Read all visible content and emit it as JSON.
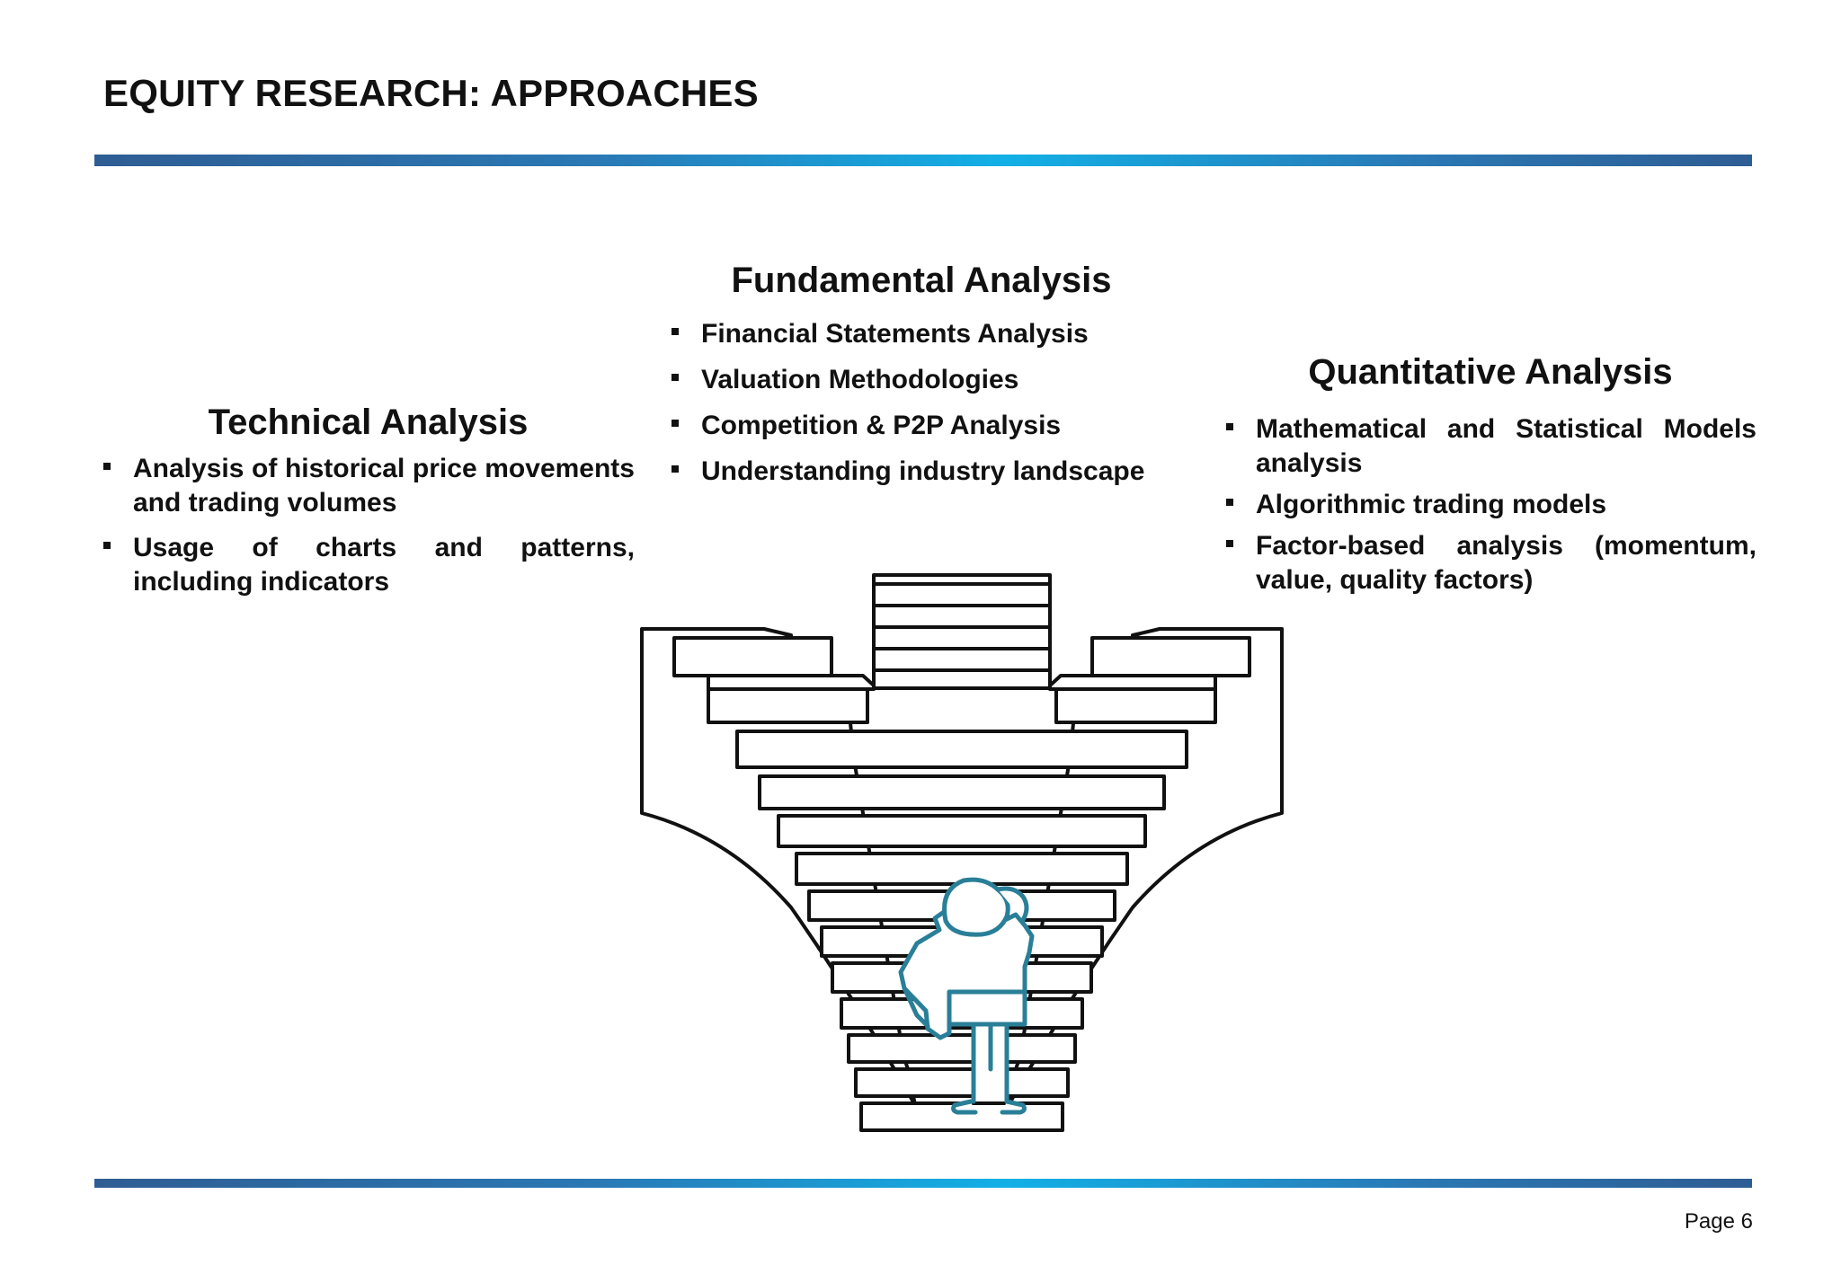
{
  "title": "EQUITY RESEARCH: APPROACHES",
  "sections": {
    "technical": {
      "heading": "Technical Analysis",
      "bullets": [
        "Analysis of historical price movements and trading volumes",
        "Usage of charts and patterns, including indicators"
      ]
    },
    "fundamental": {
      "heading": "Fundamental Analysis",
      "bullets": [
        "Financial Statements Analysis",
        "Valuation Methodologies",
        "Competition & P2P Analysis",
        "Understanding industry landscape"
      ]
    },
    "quantitative": {
      "heading": "Quantitative Analysis",
      "bullets": [
        "Mathematical and Statistical Models analysis",
        "Algorithmic trading models",
        "Factor-based analysis (momentum, value, quality factors)"
      ]
    }
  },
  "page_label": "Page 6",
  "colors": {
    "rule_dark": "#2e5d93",
    "rule_light": "#12b0e6",
    "figure_accent": "#2a7f98",
    "text": "#111111"
  },
  "illustration": "person-facing-staircase-icon"
}
